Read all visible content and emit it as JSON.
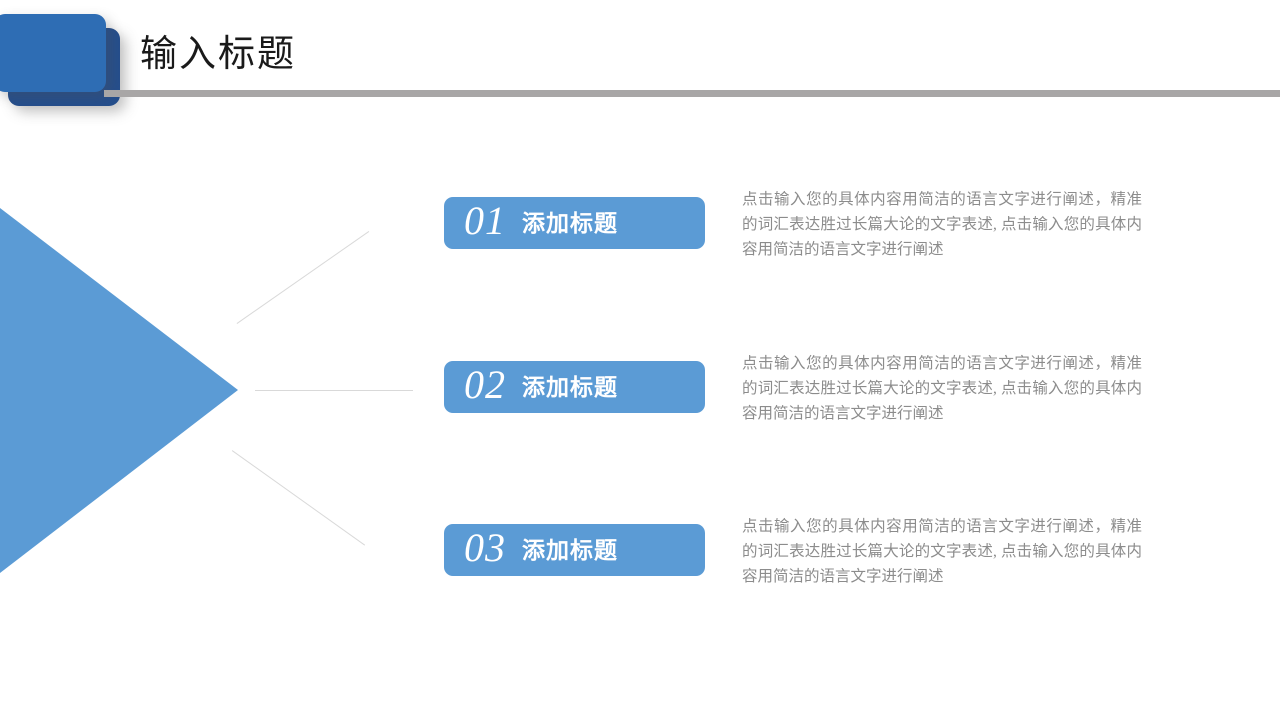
{
  "slide": {
    "title": "输入标题",
    "background_color": "#FFFFFF",
    "accent_color": "#5B9BD5",
    "badge_front_color": "#2E6DB4",
    "badge_back_color": "#254E8C",
    "rule_color": "#A8A6A6",
    "body_text_color": "#8C8C8C",
    "connector_color": "#D9D9D9"
  },
  "items": [
    {
      "number": "01",
      "label": "添加标题",
      "body": "点击输入您的具体内容用简洁的语言文字进行阐述，精准的词汇表达胜过长篇大论的文字表述, 点击输入您的具体内容用简洁的语言文字进行阐述"
    },
    {
      "number": "02",
      "label": "添加标题",
      "body": "点击输入您的具体内容用简洁的语言文字进行阐述，精准的词汇表达胜过长篇大论的文字表述, 点击输入您的具体内容用简洁的语言文字进行阐述"
    },
    {
      "number": "03",
      "label": "添加标题",
      "body": "点击输入您的具体内容用简洁的语言文字进行阐述，精准的词汇表达胜过长篇大论的文字表述, 点击输入您的具体内容用简洁的语言文字进行阐述"
    }
  ]
}
